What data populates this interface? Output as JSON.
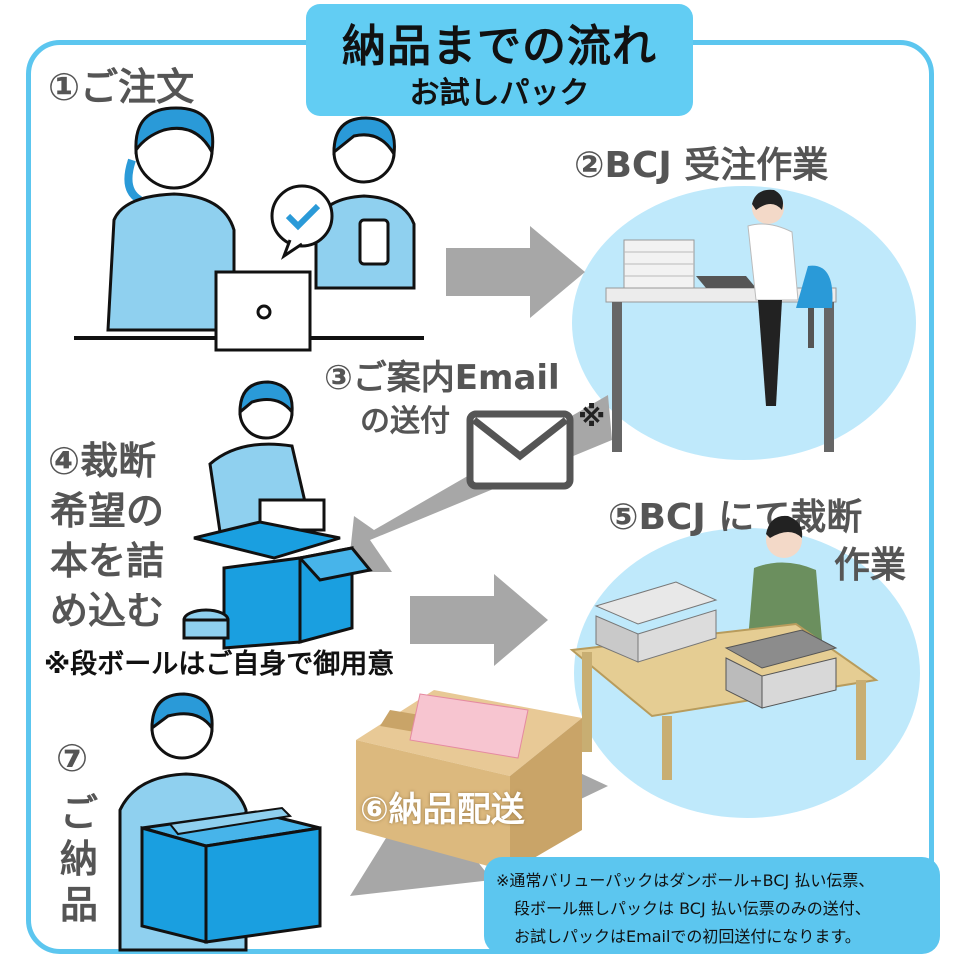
{
  "title": {
    "main": "納品までの流れ",
    "sub": "お試しパック"
  },
  "steps": {
    "step1": "①ご注文",
    "step2": "②BCJ 受注作業",
    "step3_line1": "③ご案内Email",
    "step3_line2": "の送付",
    "step3_mark": "※",
    "step4_lines": [
      "④裁断",
      "希望の",
      "本を詰",
      "め込む"
    ],
    "step4_note": "※段ボールはご自身で御用意",
    "step5_line1": "⑤BCJ にて裁断",
    "step5_line2": "作業",
    "step6": "⑥納品配送",
    "step7_lines": [
      "⑦",
      "ご",
      "納",
      "品"
    ]
  },
  "footnote": [
    "※通常バリューパックはダンボール+BCJ 払い伝票、",
    "段ボール無しパックは BCJ 払い伝票のみの送付、",
    "お試しパックはEmailでの初回送付になります。"
  ],
  "colors": {
    "accent": "#5cc6ef",
    "circle": "#bfe9fb",
    "arrow": "#a7a7a7",
    "text_gray": "#555555",
    "box_blue": "#1a9fe0"
  },
  "icons": [
    "envelope-icon",
    "checkmark-speech-bubble-icon",
    "laptop-icon",
    "smartphone-icon",
    "cardboard-box-icon",
    "tape-roll-icon",
    "desk-icon",
    "chair-icon",
    "book-stack-icon",
    "shipping-box-icon"
  ]
}
